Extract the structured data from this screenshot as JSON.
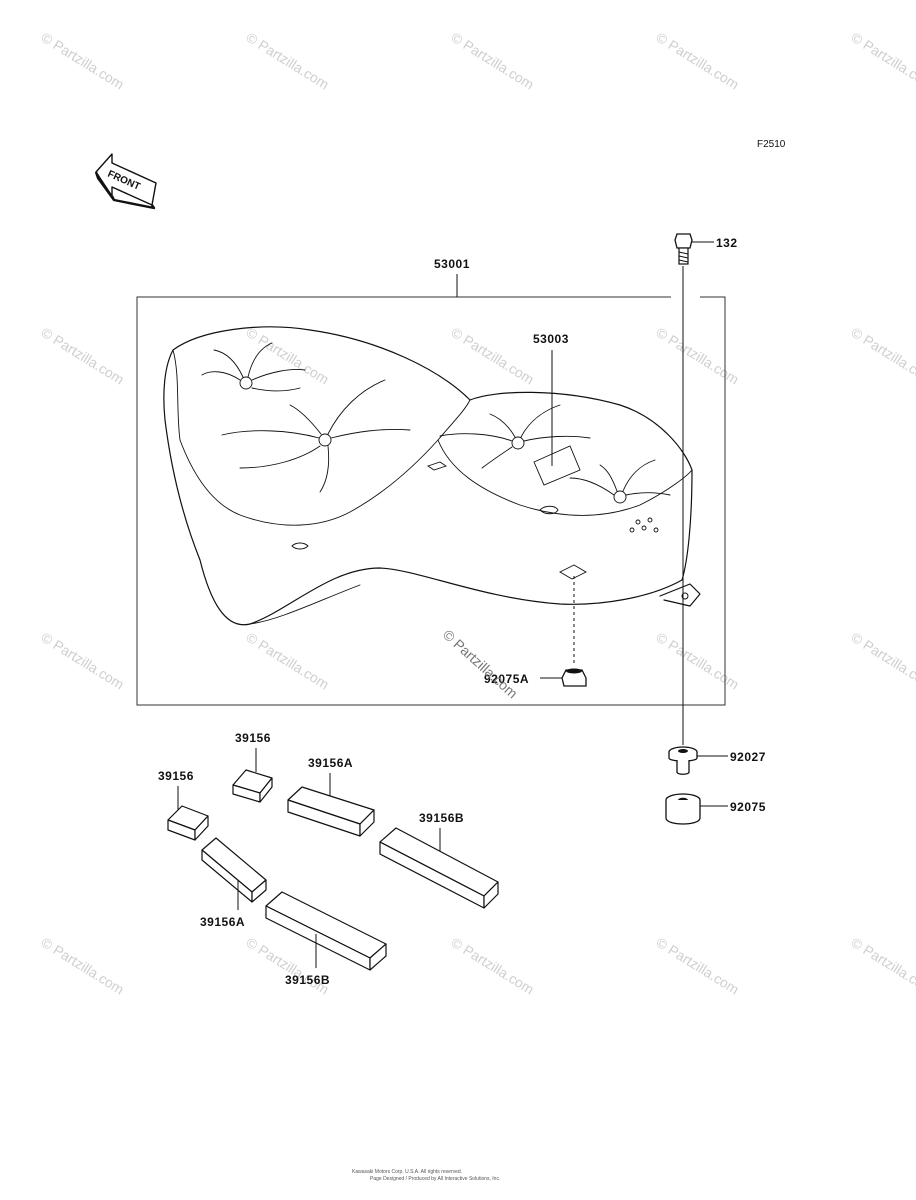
{
  "figure_code": "F2510",
  "front_arrow_label": "FRONT",
  "watermark_text": "© Partzilla.com",
  "center_watermark_text": "© Partzilla.com",
  "parts": {
    "seat_assembly": "53001",
    "label_sticker": "53003",
    "bolt": "132",
    "collar": "92027",
    "damper": "92075",
    "damper_a": "92075A",
    "pad_left_top": "39156",
    "pad_left_mid": "39156",
    "pad_a_top": "39156A",
    "pad_a_bottom": "39156A",
    "pad_b_right": "39156B",
    "pad_b_bottom": "39156B"
  },
  "footer": {
    "line1": "Kawasaki Motors Corp. U.S.A. All rights reserved.",
    "line2": "Page Designed / Produced by All Interactive Solutions, Inc."
  }
}
